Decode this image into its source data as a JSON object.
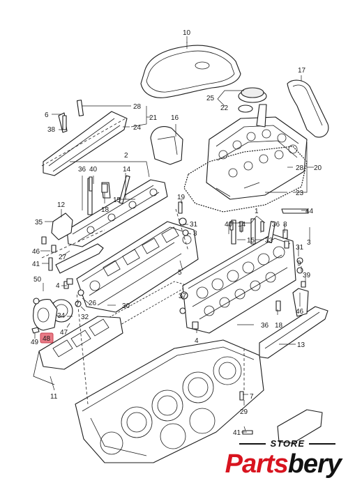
{
  "callouts": [
    {
      "id": "c-10",
      "text": "10"
    },
    {
      "id": "c-17",
      "text": "17"
    },
    {
      "id": "c-25",
      "text": "25"
    },
    {
      "id": "c-22",
      "text": "22"
    },
    {
      "id": "c-6",
      "text": "6"
    },
    {
      "id": "c-38",
      "text": "38"
    },
    {
      "id": "c-28a",
      "text": "28"
    },
    {
      "id": "c-21",
      "text": "21"
    },
    {
      "id": "c-24",
      "text": "24"
    },
    {
      "id": "c-16",
      "text": "16"
    },
    {
      "id": "c-2",
      "text": "2"
    },
    {
      "id": "c-36a",
      "text": "36"
    },
    {
      "id": "c-40a",
      "text": "40"
    },
    {
      "id": "c-14a",
      "text": "14"
    },
    {
      "id": "c-28b",
      "text": "28"
    },
    {
      "id": "c-20",
      "text": "20"
    },
    {
      "id": "c-23",
      "text": "23"
    },
    {
      "id": "c-18a",
      "text": "18"
    },
    {
      "id": "c-15a",
      "text": "15"
    },
    {
      "id": "c-19",
      "text": "19"
    },
    {
      "id": "c-12",
      "text": "12"
    },
    {
      "id": "c-35",
      "text": "35"
    },
    {
      "id": "c-31a",
      "text": "31"
    },
    {
      "id": "c-3a",
      "text": "3"
    },
    {
      "id": "c-1",
      "text": "1"
    },
    {
      "id": "c-44",
      "text": "44"
    },
    {
      "id": "c-46a",
      "text": "46"
    },
    {
      "id": "c-27",
      "text": "27"
    },
    {
      "id": "c-40b",
      "text": "40"
    },
    {
      "id": "c-14b",
      "text": "14"
    },
    {
      "id": "c-36b",
      "text": "36"
    },
    {
      "id": "c-8",
      "text": "8"
    },
    {
      "id": "c-3b",
      "text": "3"
    },
    {
      "id": "c-33",
      "text": "33"
    },
    {
      "id": "c-15b",
      "text": "15"
    },
    {
      "id": "c-41a",
      "text": "41"
    },
    {
      "id": "c-5",
      "text": "5"
    },
    {
      "id": "c-31b",
      "text": "31"
    },
    {
      "id": "c-4a",
      "text": "4"
    },
    {
      "id": "c-9",
      "text": "9"
    },
    {
      "id": "c-39",
      "text": "39"
    },
    {
      "id": "c-50",
      "text": "50"
    },
    {
      "id": "c-26",
      "text": "26"
    },
    {
      "id": "c-7a",
      "text": "7"
    },
    {
      "id": "c-30",
      "text": "30"
    },
    {
      "id": "c-37",
      "text": "37"
    },
    {
      "id": "c-34",
      "text": "34"
    },
    {
      "id": "c-32",
      "text": "32"
    },
    {
      "id": "c-46b",
      "text": "46"
    },
    {
      "id": "c-18b",
      "text": "18"
    },
    {
      "id": "c-36c",
      "text": "36"
    },
    {
      "id": "c-47",
      "text": "47"
    },
    {
      "id": "c-49",
      "text": "49"
    },
    {
      "id": "c-48",
      "text": "48"
    },
    {
      "id": "c-4b",
      "text": "4"
    },
    {
      "id": "c-13",
      "text": "13"
    },
    {
      "id": "c-11",
      "text": "11"
    },
    {
      "id": "c-7b",
      "text": "7"
    },
    {
      "id": "c-29",
      "text": "29"
    },
    {
      "id": "c-41b",
      "text": "41"
    }
  ],
  "highlight": {
    "callout": "48",
    "color": "#e87a86"
  },
  "brand": {
    "store": "STORE",
    "name_part1": "Parts",
    "name_part2": "bery",
    "accent_color": "#d8141f"
  }
}
